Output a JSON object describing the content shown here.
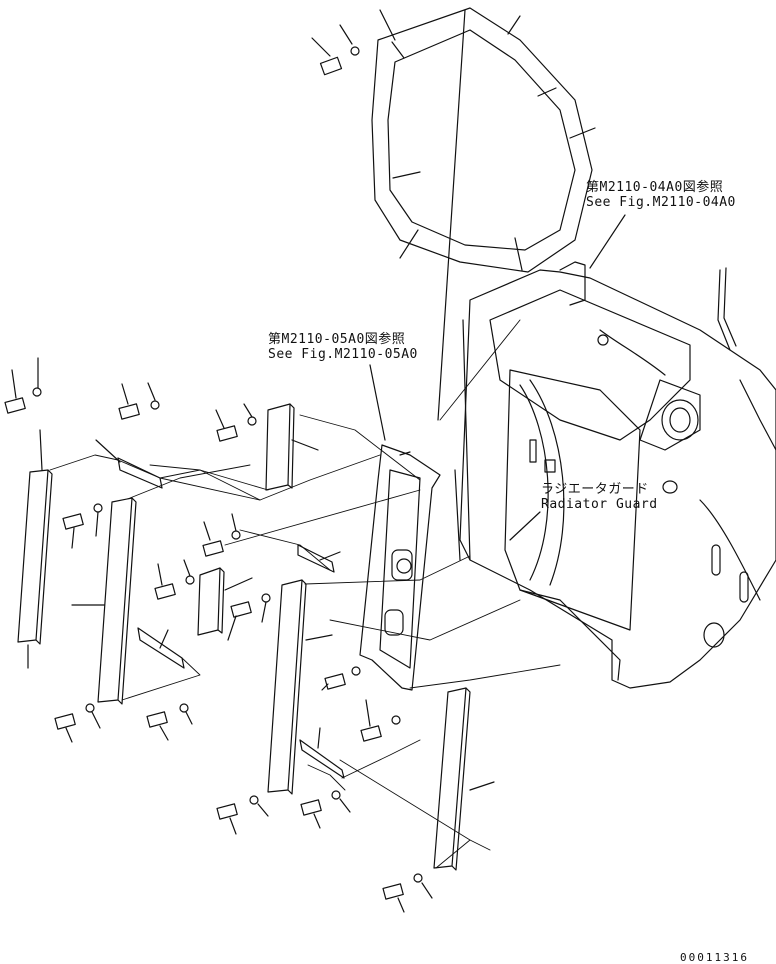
{
  "callouts": {
    "fan_shroud_ref": {
      "jp": "第M2110-04A0図参照",
      "en": "See Fig.M2110-04A0"
    },
    "side_frame_ref": {
      "jp": "第M2110-05A0図参照",
      "en": "See Fig.M2110-05A0"
    },
    "radiator_guard": {
      "jp": "ラジエータガード",
      "en": "Radiator Guard"
    }
  },
  "drawing_number": "00011316",
  "colors": {
    "line": "#111111",
    "background": "#ffffff"
  }
}
